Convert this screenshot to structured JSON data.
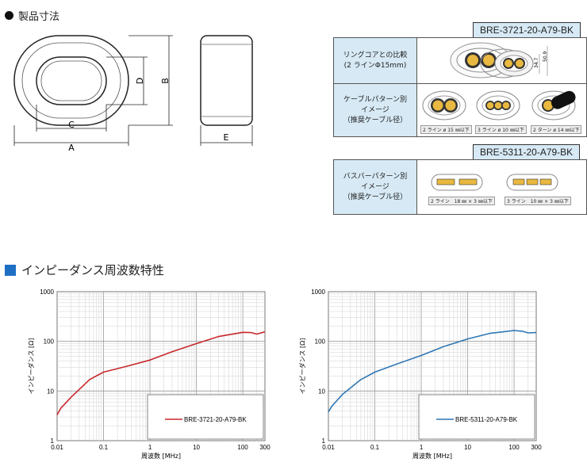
{
  "section1": {
    "title": "製品寸法"
  },
  "dims": {
    "a": "A",
    "b": "B",
    "c": "C",
    "d": "D",
    "e": "E"
  },
  "panel1": {
    "tag": "BRE-3721-20-A79-BK",
    "row1_label": [
      "リングコアとの比較",
      "(2 ラインΦ15mm)"
    ],
    "row1_dims": [
      "34.7",
      "50.9"
    ],
    "row2_label": [
      "ケーブルパターン別",
      "イメージ",
      "（推奨ケーブル径）"
    ],
    "row2_caps": [
      "2 ライン ø 15 ㎜以下",
      "3 ライン ø 10 ㎜以下",
      "2 ターン ø 14 ㎜以下"
    ]
  },
  "panel2": {
    "tag": "BRE-5311-20-A79-BK",
    "row_label": [
      "バスバーパターン別",
      "イメージ",
      "（推奨ケーブル径）"
    ],
    "caps": [
      "2 ライン　18 ㎜ × 3 ㎜以下",
      "3 ライン　10 ㎜ × 3 ㎜以下"
    ]
  },
  "section2": {
    "title": "インピーダンス周波数特性"
  },
  "colors": {
    "curve1": "#c8282a",
    "curve2": "#2f77b5",
    "accent": "#1e6fc4",
    "panel": "#d6e9f5"
  },
  "chart_data": [
    {
      "type": "line",
      "xscale": "log",
      "yscale": "log",
      "xlim": [
        0.01,
        300
      ],
      "ylim": [
        1,
        1000
      ],
      "xticks": [
        "0.01",
        "0.1",
        "1",
        "10",
        "100",
        "300"
      ],
      "yticks": [
        "1",
        "10",
        "100",
        "1000"
      ],
      "xlabel": "周波数 [MHz]",
      "ylabel": "インピーダンス [Ω]",
      "series": [
        {
          "name": "BRE-3721-20-A79-BK",
          "x": [
            0.01,
            0.012,
            0.02,
            0.05,
            0.1,
            0.3,
            1,
            3,
            10,
            30,
            100,
            150,
            200,
            300
          ],
          "values": [
            3.3,
            4.5,
            7.5,
            17,
            24,
            31,
            42,
            62,
            90,
            125,
            152,
            150,
            140,
            155
          ]
        }
      ]
    },
    {
      "type": "line",
      "xscale": "log",
      "yscale": "log",
      "xlim": [
        0.01,
        300
      ],
      "ylim": [
        1,
        1000
      ],
      "xticks": [
        "0.01",
        "0.1",
        "1",
        "10",
        "100",
        "300"
      ],
      "yticks": [
        "1",
        "10",
        "100",
        "1000"
      ],
      "xlabel": "周波数 [MHz]",
      "ylabel": "インピーダンス [Ω]",
      "series": [
        {
          "name": "BRE-5311-20-A79-BK",
          "x": [
            0.01,
            0.012,
            0.02,
            0.05,
            0.1,
            0.3,
            1,
            3,
            10,
            30,
            100,
            150,
            200,
            300
          ],
          "values": [
            3.8,
            5,
            8.5,
            17,
            24,
            35,
            52,
            78,
            112,
            145,
            165,
            160,
            148,
            150
          ]
        }
      ]
    }
  ]
}
